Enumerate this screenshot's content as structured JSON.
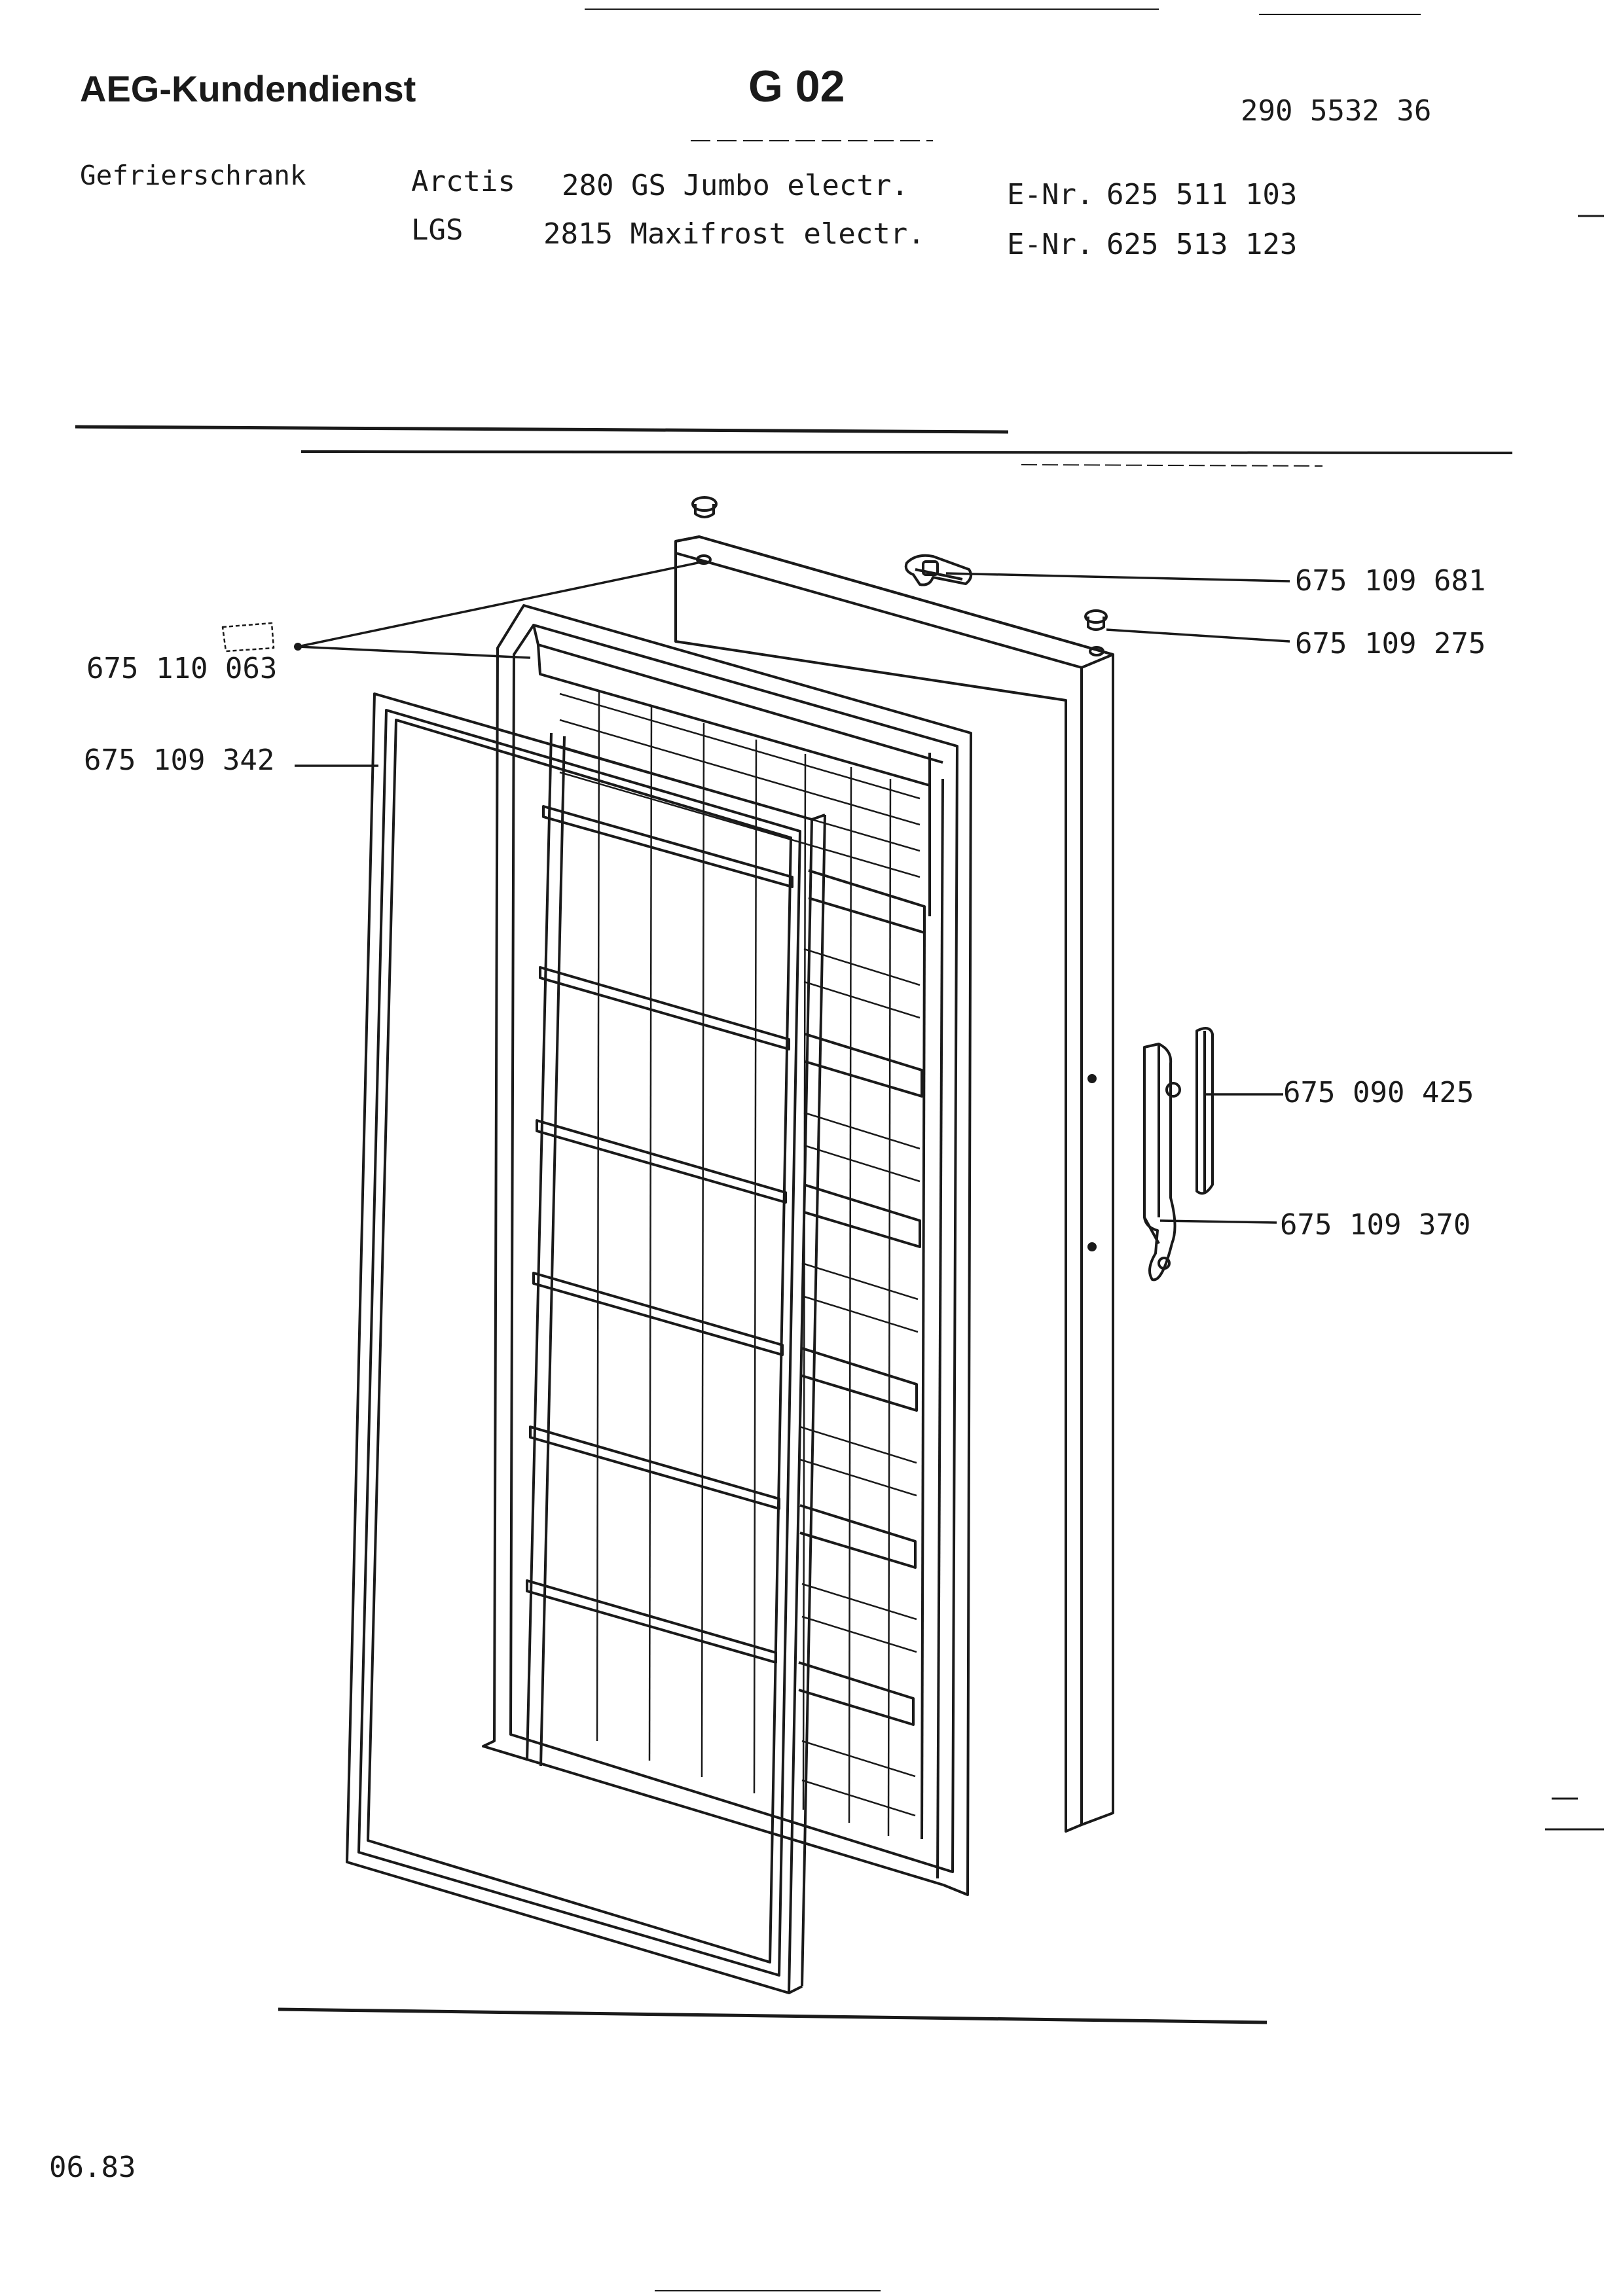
{
  "header": {
    "service": "AEG-Kundendienst",
    "group": "G 02",
    "doc_number": "290 5532 36"
  },
  "appliance": {
    "type": "Gefrierschrank",
    "models": [
      {
        "brand": "Arctis",
        "model": "280 GS Jumbo electr.",
        "enr_label": "E-Nr.",
        "enr": "625 511 103"
      },
      {
        "brand": "LGS",
        "model": "2815 Maxifrost electr.",
        "enr_label": "E-Nr.",
        "enr": "625 513 123"
      }
    ]
  },
  "parts": [
    {
      "id": "p681",
      "number": "675 109 681"
    },
    {
      "id": "p275",
      "number": "675 109 275"
    },
    {
      "id": "p063",
      "number": "675 110 063"
    },
    {
      "id": "p342",
      "number": "675 109 342"
    },
    {
      "id": "p425",
      "number": "675 090 425"
    },
    {
      "id": "p370",
      "number": "675 109 370"
    }
  ],
  "footer": {
    "date": "06.83"
  }
}
